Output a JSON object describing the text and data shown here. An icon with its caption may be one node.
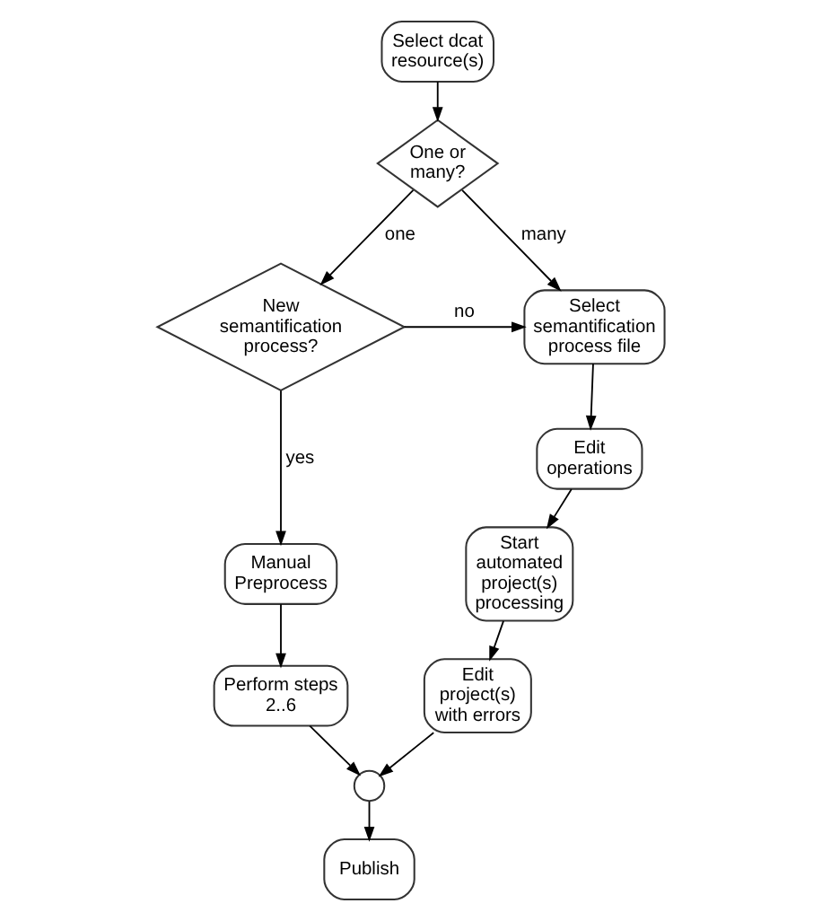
{
  "diagram": {
    "nodes": [
      {
        "text": [
          "Select dcat resource(s)"
        ]
      },
      {
        "text": [
          "One or many?"
        ]
      },
      {
        "text": [
          "New semantification process?"
        ]
      },
      {
        "text": [
          "Select semantification process file"
        ]
      },
      {
        "text": [
          "Manual Preprocess"
        ]
      },
      {
        "text": [
          "Edit operations"
        ]
      },
      {
        "text": [
          "Start automated project(s) processing"
        ]
      },
      {
        "text": [
          "Perform steps 2..6"
        ]
      },
      {
        "text": [
          "Edit project(s) with errors"
        ]
      },
      {
        "text": [],
        "shape": "circle"
      },
      {
        "text": [
          "Publish"
        ]
      }
    ],
    "edges": [
      {
        "from": 0,
        "to": 1,
        "arrow": "to"
      },
      {
        "from": 1,
        "to": 2,
        "arrow": "to",
        "label": "one"
      },
      {
        "from": 1,
        "to": 3,
        "arrow": "to",
        "label": "many"
      },
      {
        "from": 2,
        "to": 4,
        "arrow": "to",
        "label": "yes"
      },
      {
        "from": 2,
        "to": 3,
        "arrow": "to",
        "label": "no"
      },
      {
        "from": 3,
        "to": 5,
        "arrow": "to"
      },
      {
        "from": 5,
        "to": 6,
        "arrow": "to"
      },
      {
        "from": 4,
        "to": 7,
        "arrow": "to"
      },
      {
        "from": 6,
        "to": 8,
        "arrow": "to"
      },
      {
        "from": 7,
        "to": 9,
        "arrow": "to"
      },
      {
        "from": 8,
        "to": 9,
        "arrow": "to"
      },
      {
        "from": 9,
        "to": 10,
        "arrow": "to"
      }
    ]
  }
}
